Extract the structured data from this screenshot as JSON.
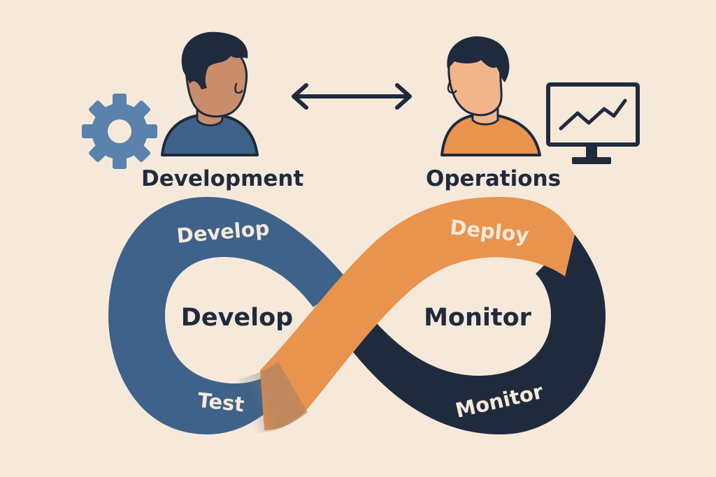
{
  "colors": {
    "background": "#f6e9da",
    "dev_blue": "#3e6289",
    "ops_orange": "#e8934e",
    "monitor_navy": "#1f2a3d",
    "gear_blue": "#5b82ad"
  },
  "icons": {
    "left_person": "person-icon",
    "right_person": "person-icon",
    "gear": "gear-icon",
    "monitor": "monitor-chart-icon",
    "arrow": "double-headed-arrow-icon"
  },
  "roles": {
    "development": "Development",
    "operations": "Operations"
  },
  "loop": {
    "left_center": "Develop",
    "right_center": "Monitor",
    "band_develop": "Develop",
    "band_test": "Test",
    "band_deploy": "Deploy",
    "band_monitor": "Monitor"
  }
}
